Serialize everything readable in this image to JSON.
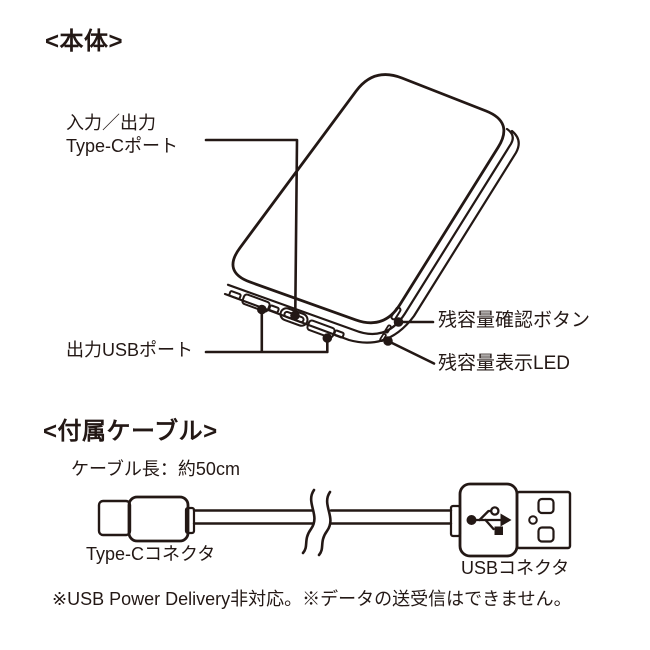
{
  "colors": {
    "ink": "#231815",
    "background": "#ffffff"
  },
  "body_section": {
    "heading": "<本体>",
    "callouts": {
      "typec_port": {
        "label_line1": "入力／出力",
        "label_line2": "Type-Cポート"
      },
      "output_usb_port": {
        "label": "出力USBポート"
      },
      "battery_check_button": {
        "label": "残容量確認ボタン"
      },
      "battery_level_led": {
        "label": "残容量表示LED"
      }
    }
  },
  "cable_section": {
    "heading": "<付属ケーブル>",
    "cable_length": "ケーブル長：約50cm",
    "typec_connector_label": "Type-Cコネクタ",
    "usb_connector_label": "USBコネクタ"
  },
  "icons": {
    "usb_logo": "usb-trident"
  },
  "footnote": "※USB Power Delivery非対応。※データの送受信はできません。"
}
